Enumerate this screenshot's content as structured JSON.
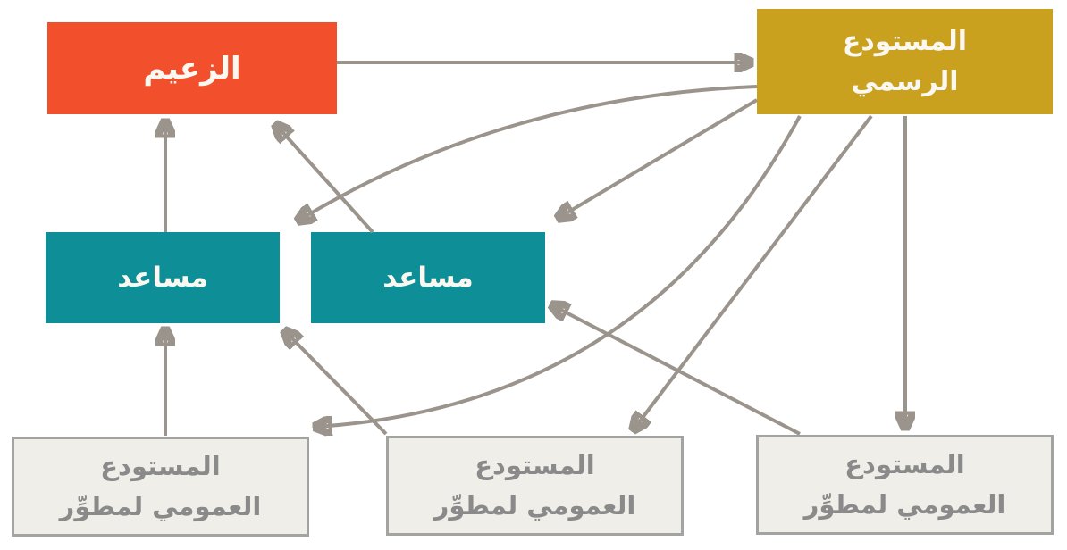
{
  "diagram": {
    "title": "benevolent-dictator-git-workflow",
    "nodes": {
      "dictator": {
        "label": "الزعيم",
        "color": "#F2502C"
      },
      "blessed": {
        "lines": [
          "المستودع",
          "الرسمي"
        ],
        "color": "#C9A11F"
      },
      "lieutenant1": {
        "label": "مساعد",
        "color": "#0E8E96"
      },
      "lieutenant2": {
        "label": "مساعد",
        "color": "#0E8E96"
      },
      "developer1": {
        "lines": [
          "المستودع",
          "العمومي لمطوِّر"
        ],
        "color": "#EFEEE9"
      },
      "developer2": {
        "lines": [
          "المستودع",
          "العمومي لمطوِّر"
        ],
        "color": "#EFEEE9"
      },
      "developer3": {
        "lines": [
          "المستودع",
          "العمومي لمطوِّر"
        ],
        "color": "#EFEEE9"
      }
    },
    "edges": [
      {
        "from": "dictator",
        "to": "blessed"
      },
      {
        "from": "lieutenant1",
        "to": "dictator"
      },
      {
        "from": "lieutenant2",
        "to": "dictator"
      },
      {
        "from": "developer1",
        "to": "lieutenant1"
      },
      {
        "from": "developer2",
        "to": "lieutenant1"
      },
      {
        "from": "developer3",
        "to": "lieutenant2"
      },
      {
        "from": "blessed",
        "to": "lieutenant1"
      },
      {
        "from": "blessed",
        "to": "lieutenant2"
      },
      {
        "from": "blessed",
        "to": "developer1"
      },
      {
        "from": "blessed",
        "to": "developer2"
      },
      {
        "from": "blessed",
        "to": "developer3"
      }
    ],
    "colors": {
      "arrow": "#9B948C",
      "node_text": "#FBF8F2",
      "developer_fill": "#EFEEE9",
      "developer_border": "#A3A3A1",
      "developer_text": "#8A8A8A"
    }
  }
}
